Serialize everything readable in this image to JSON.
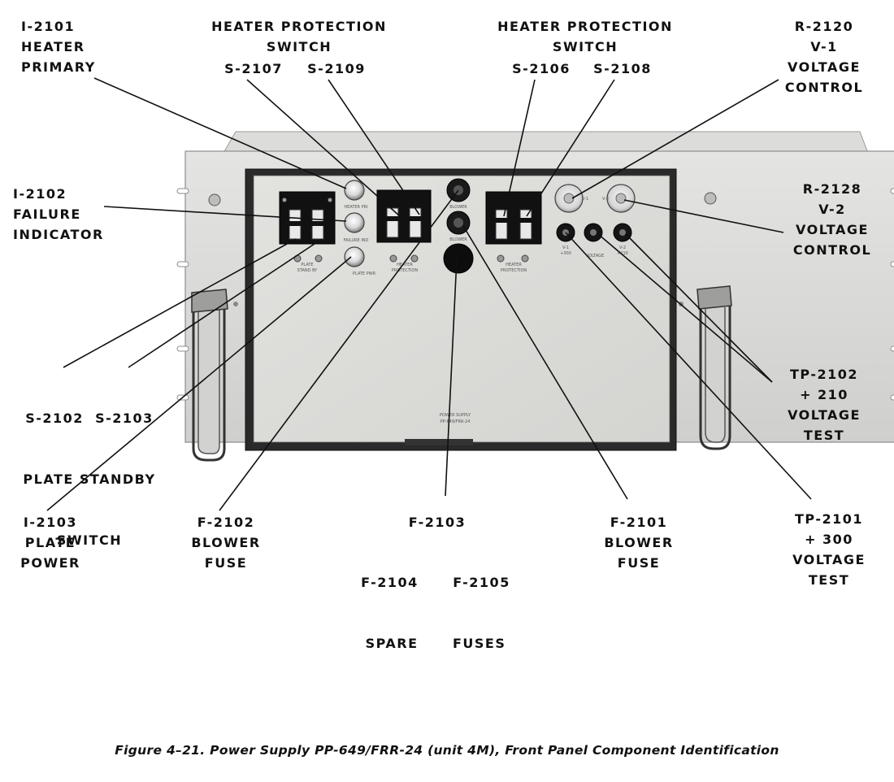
{
  "labels": {
    "i2101": [
      "I-2101",
      "HEATER",
      "PRIMARY"
    ],
    "heater_prot_left": [
      "HEATER PROTECTION",
      "SWITCH"
    ],
    "s2107": "S-2107",
    "s2109": "S-2109",
    "heater_prot_right": [
      "HEATER PROTECTION",
      "SWITCH"
    ],
    "s2106": "S-2106",
    "s2108": "S-2108",
    "r2120": [
      "R-2120",
      "V-1",
      "VOLTAGE",
      "CONTROL"
    ],
    "i2102": [
      "I-2102",
      "FAILURE",
      "INDICATOR"
    ],
    "r2128": [
      "R-2128",
      "V-2",
      "VOLTAGE",
      "CONTROL"
    ],
    "s2102_s2103": [
      "S-2102  S-2103",
      "PLATE STANDBY",
      "SWITCH"
    ],
    "tp2102": [
      "TP-2102",
      "+ 210",
      "VOLTAGE",
      "TEST"
    ],
    "i2103": [
      "I-2103",
      "PLATE",
      "POWER"
    ],
    "f2102": [
      "F-2102",
      "BLOWER",
      "FUSE"
    ],
    "f2103": "F-2103",
    "f2104_f2105": [
      "F-2104      F-2105",
      "SPARE      FUSES"
    ],
    "f2101": [
      "F-2101",
      "BLOWER",
      "FUSE"
    ],
    "tp2101": [
      "TP-2101",
      "+ 300",
      "VOLTAGE",
      "TEST"
    ]
  },
  "panel_markings": {
    "heater_pri": "HEATER PRI",
    "failure_ind": "FAILURE IND",
    "plate_pwr": "PLATE PWR",
    "plate_standby": [
      "PLATE",
      "STAND BY"
    ],
    "heater_protection_left": [
      "HEATER",
      "PROTECTION"
    ],
    "heater_protection_right": [
      "HEATER",
      "PROTECTION"
    ],
    "blower": "BLOWER",
    "v1_ctrl": "V-1",
    "v2_ctrl": "V-2",
    "tp_v1": [
      "V-1",
      "+300"
    ],
    "tp_voltage": "VOLTAGE",
    "tp_v2": [
      "V-2",
      "+210"
    ],
    "nameplate": [
      "POWER SUPPLY",
      "PP-649/FRR-24"
    ]
  },
  "caption": "Figure 4–21.  Power Supply PP-649/FRR-24 (unit 4M), Front Panel Component Identification"
}
